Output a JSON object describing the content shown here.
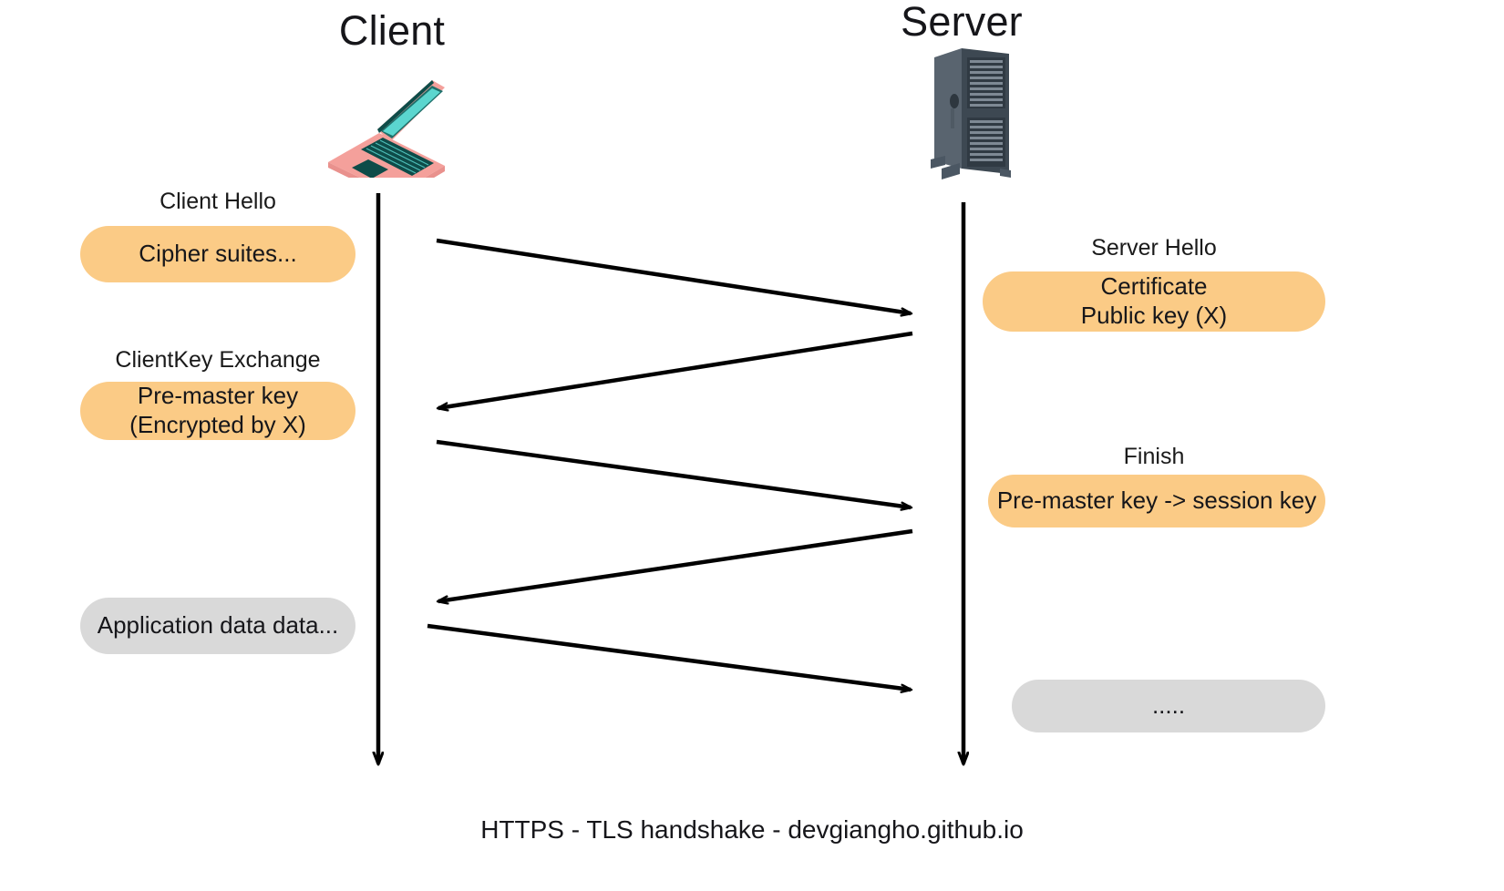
{
  "diagram": {
    "caption": "HTTPS - TLS handshake - devgiangho.github.io",
    "actors": {
      "client": {
        "title": "Client",
        "icon": "laptop-icon"
      },
      "server": {
        "title": "Server",
        "icon": "server-tower-icon"
      }
    },
    "colors": {
      "pill_orange": "#FBCB86",
      "pill_grey": "#D9D9D9",
      "line": "#000000",
      "laptop_body": "#F4A09B",
      "laptop_screen": "#5BD6CF",
      "laptop_keyboard": "#0E4C49",
      "server_body": "#4B5763"
    },
    "client_steps": [
      {
        "label": "Client Hello",
        "pill_kind": "orange",
        "lines": [
          "Cipher suites..."
        ]
      },
      {
        "label": "ClientKey Exchange",
        "pill_kind": "orange",
        "lines": [
          "Pre-master key",
          "(Encrypted by X)"
        ]
      },
      {
        "label": "",
        "pill_kind": "grey",
        "lines": [
          "Application data data..."
        ]
      }
    ],
    "server_steps": [
      {
        "label": "Server Hello",
        "pill_kind": "orange",
        "lines": [
          "Certificate",
          "Public key (X)"
        ]
      },
      {
        "label": "Finish",
        "pill_kind": "orange",
        "lines": [
          "Pre-master key -> session key"
        ]
      },
      {
        "label": "",
        "pill_kind": "grey",
        "lines": [
          "....."
        ]
      }
    ],
    "messages": [
      {
        "name": "client-hello-arrow",
        "direction": "client-to-server"
      },
      {
        "name": "server-hello-arrow",
        "direction": "server-to-client"
      },
      {
        "name": "clientkey-exchange-arrow",
        "direction": "client-to-server"
      },
      {
        "name": "finish-arrow",
        "direction": "server-to-client"
      },
      {
        "name": "application-data-arrow",
        "direction": "client-to-server"
      }
    ]
  }
}
